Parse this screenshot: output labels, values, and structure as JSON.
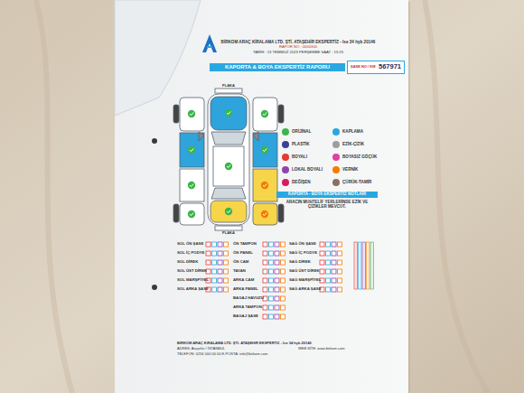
{
  "diagram": {
    "nodes": [
      {
        "text": [
          "KAPORTA & BOYA EKSPERTİZ RAPORU"
        ]
      },
      {
        "text": [
          "ŞASE NO / KM",
          "567971"
        ]
      },
      {
        "text": [
          "KAPORTA - BOYA EKSPERTİZ NOTLARI"
        ]
      }
    ],
    "labels": [
      "BİRKOM ARAÇ KİRALAMA LTD. ŞTİ. ATAŞEHİR EKSPERTİZ - Ise 34 hyb 20146",
      "RAPOR NO : 0000300",
      "TARİH : 13 TEMMUZ 2023 PERŞEMBE SAAT : 13:25",
      "PLAKA",
      "PLAKA",
      "ARACIN MUHTELİF YERLERİNDE EZİK VE ÇİZİKLER MEVCUT.",
      "SOL ÖN ŞASE",
      "SOL İÇ PODYE",
      "SOL DİREK",
      "SOL ÜST DİREK",
      "SOL MARŞPİYEL",
      "SOL ARKA ŞASE",
      "ÖN TAMPON",
      "ÖN PANEL",
      "ÖN CAM",
      "TAVAN",
      "ARKA CAM",
      "ARKA PANEL",
      "BAGAJ HAVUZU",
      "ARKA TAMPON",
      "BAGAJ ŞASE",
      "SAĞ ÖN ŞASE",
      "SAĞ İÇ PODYE",
      "SAĞ DİREK",
      "SAĞ ÜST DİREK",
      "SAĞ MARŞPİYEL",
      "SAĞ ARKA ŞASE",
      "BİRKOM ARAÇ KİRALAMA LTD. ŞTİ. ATAŞEHİR EKSPERTİZ - Ise 34 hyb 20146",
      "ADRES: Ataşehir / İSTANBUL",
      "TELEFON: 0216 000 00 00 E-POSTA: info@birkom.com",
      "WEB SİTE: www.birkom.com"
    ],
    "legend": [
      {
        "text": "ORİJİNAL",
        "color": "#3cb54a"
      },
      {
        "text": "PLASTİK",
        "color": "#3b3f9a"
      },
      {
        "text": "BOYALI",
        "color": "#e53935"
      },
      {
        "text": "LOKAL BOYALI",
        "color": "#8e44ad"
      },
      {
        "text": "DEĞİŞEN",
        "color": "#d81b60"
      },
      {
        "text": "KAPLAMA",
        "color": "#29a8e0"
      },
      {
        "text": "EZİK-ÇİZİK",
        "color": "#9e9e9e"
      },
      {
        "text": "BOYASIZ GÖÇÜK",
        "color": "#e040a0"
      },
      {
        "text": "VERNİK",
        "color": "#f57c00"
      },
      {
        "text": "ÇÜRÜK-TAMİR",
        "color": "#8d6e63"
      }
    ]
  }
}
